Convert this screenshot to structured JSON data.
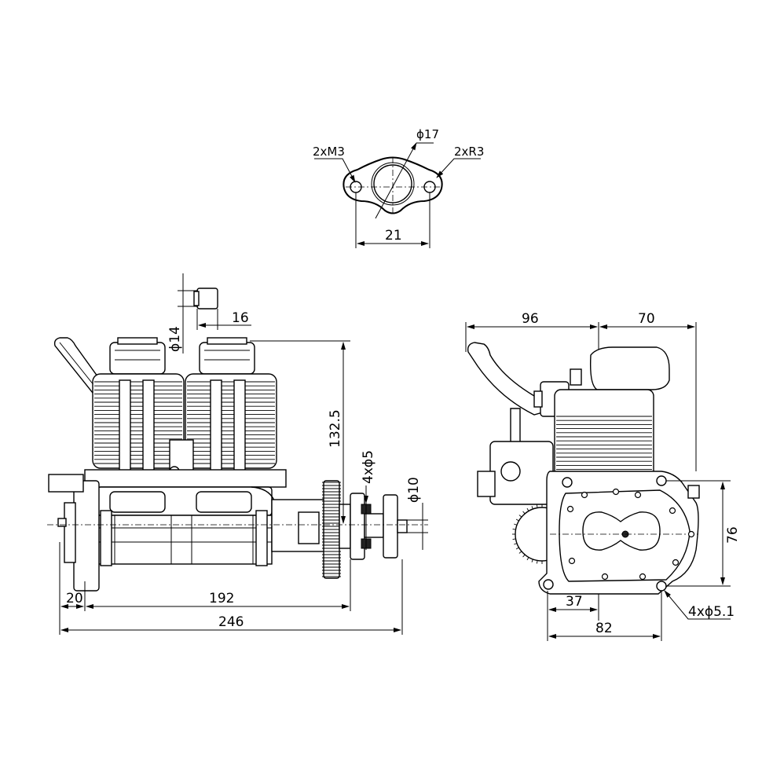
{
  "flange": {
    "label_m3": "2xM3",
    "label_d17": "ϕ17",
    "label_r3": "2xR3",
    "label_21": "21"
  },
  "side_view": {
    "label_d14": "ϕ14",
    "label_16": "16",
    "label_132_5": "132.5",
    "label_4xd5": "4xϕ5",
    "label_d10": "ϕ10",
    "label_20": "20",
    "label_192": "192",
    "label_246": "246"
  },
  "front_view": {
    "label_96": "96",
    "label_70": "70",
    "label_76": "76",
    "label_37": "37",
    "label_82": "82",
    "label_4xd5_1": "4xϕ5.1"
  }
}
